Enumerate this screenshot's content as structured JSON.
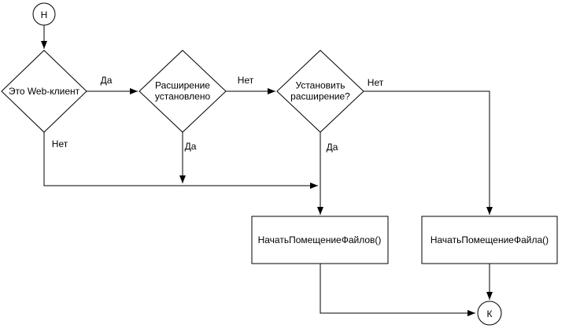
{
  "diagram": {
    "colors": {
      "stroke": "#000000",
      "node_fill": "#ffffff",
      "background": "#ffffff",
      "text": "#000000"
    },
    "nodes": {
      "start": {
        "label": "Н"
      },
      "web_client": {
        "label": "Это Web-клиент"
      },
      "extension_installed": {
        "label": "Расширение установлено"
      },
      "install_extension": {
        "label": "Установить расширение?"
      },
      "start_put_files": {
        "label": "НачатьПомещениеФайлов()"
      },
      "start_put_file": {
        "label": "НачатьПомещениеФайла()"
      },
      "end": {
        "label": "К"
      }
    },
    "edge_labels": {
      "web_client_yes": "Да",
      "web_client_no": "Нет",
      "extension_installed_no": "Нет",
      "extension_installed_yes": "Да",
      "install_extension_no": "Нет",
      "install_extension_yes": "Да"
    }
  }
}
